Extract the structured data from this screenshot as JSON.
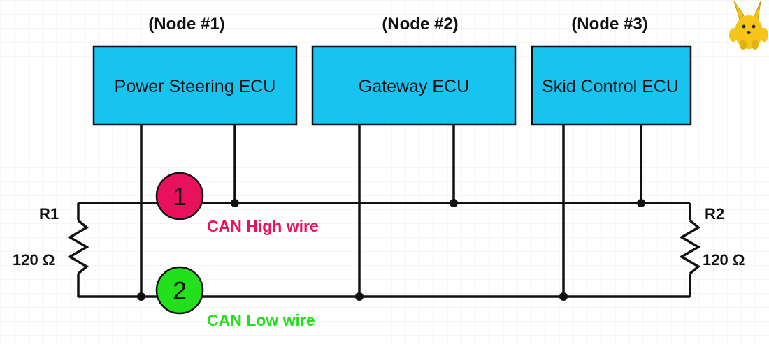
{
  "nodes": [
    {
      "node_label": "(Node #1)",
      "ecu_label": "Power Steering ECU"
    },
    {
      "node_label": "(Node #2)",
      "ecu_label": "Gateway ECU"
    },
    {
      "node_label": "(Node #3)",
      "ecu_label": "Skid Control ECU"
    }
  ],
  "resistors": [
    {
      "name": "R1",
      "value": "120 Ω"
    },
    {
      "name": "R2",
      "value": "120 Ω"
    }
  ],
  "wires": {
    "high": {
      "marker": "1",
      "label": "CAN High wire",
      "color": "#e8115b"
    },
    "low": {
      "marker": "2",
      "label": "CAN Low wire",
      "color": "#22e01c"
    }
  },
  "colors": {
    "ecu_fill": "#19c3f0",
    "wire": "#111111",
    "grid": "#ececec",
    "mascot": "#f5c518"
  },
  "icons": {
    "mascot": "yellow-bunny-mascot-icon"
  }
}
